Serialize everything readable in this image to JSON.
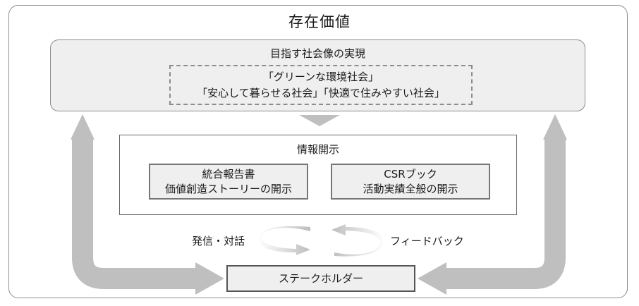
{
  "title": "存在価値",
  "society": {
    "title": "目指す社会像の実現",
    "goal_line1": "「グリーンな環境社会」",
    "goal_line2": "「安心して暮らせる社会」「快適で住みやすい社会」"
  },
  "disclosure": {
    "title": "情報開示",
    "integrated_report": {
      "line1": "統合報告書",
      "line2": "価値創造ストーリーの開示"
    },
    "csr_book": {
      "line1": "CSRブック",
      "line2": "活動実績全般の開示"
    }
  },
  "cycle": {
    "send_label": "発信・対話",
    "feedback_label": "フィードバック"
  },
  "stakeholder": {
    "label": "ステークホルダー"
  },
  "colors": {
    "arrow": "#bfbfbf",
    "box_fill": "#efefef",
    "border": "#8c8c8c"
  }
}
